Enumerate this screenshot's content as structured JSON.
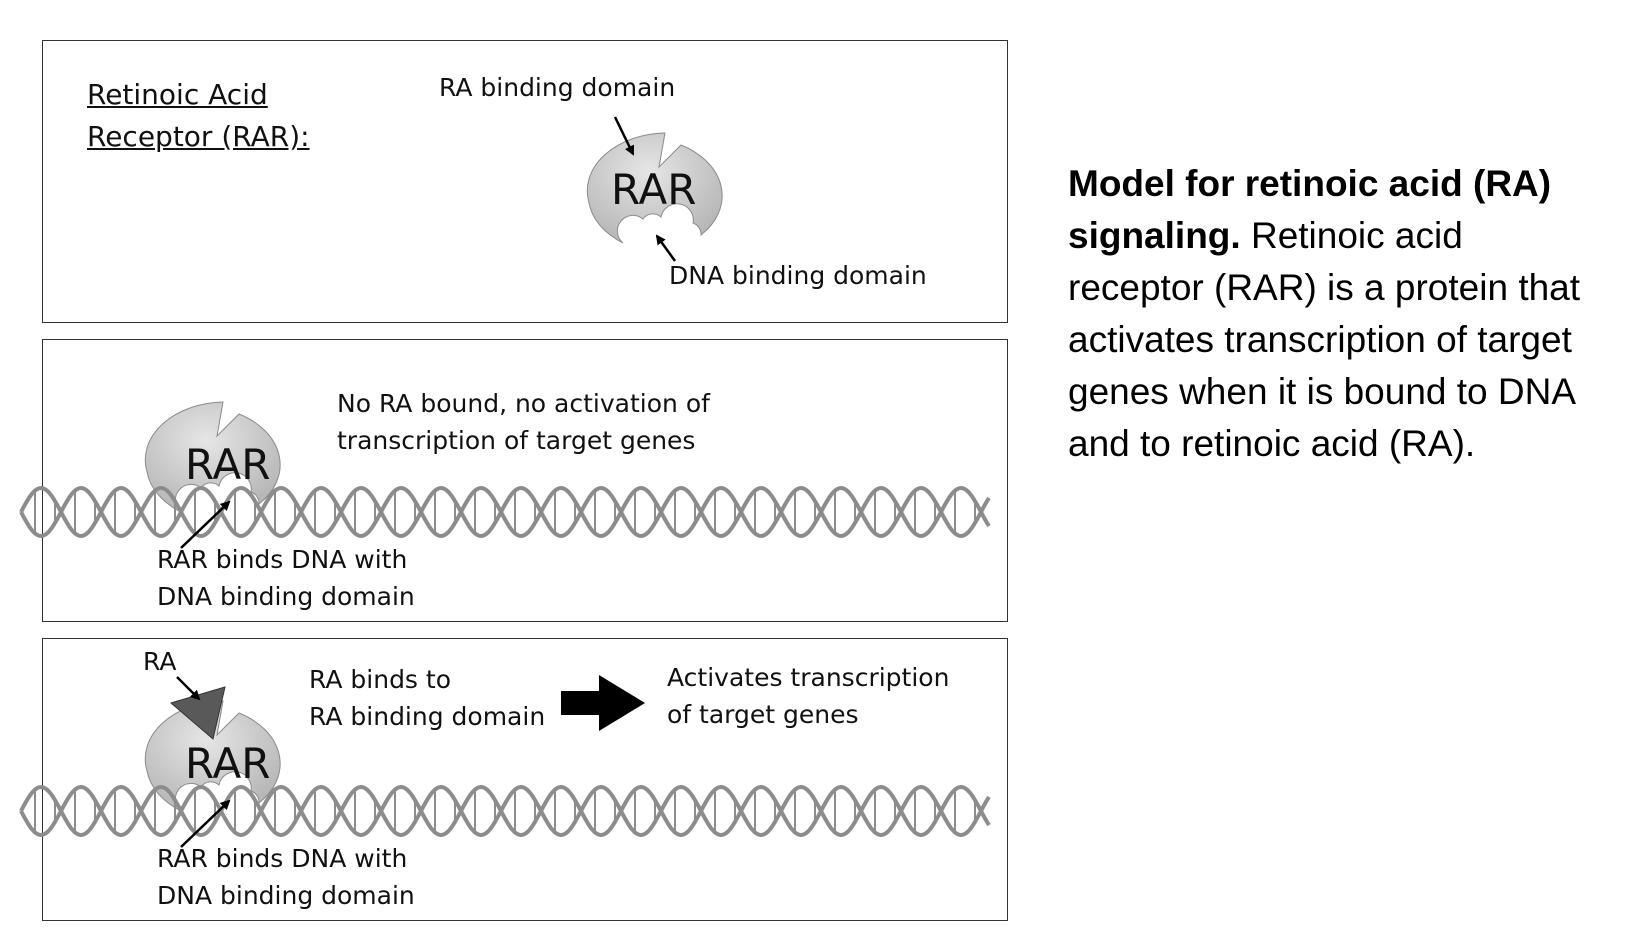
{
  "panel1": {
    "title_line1": "Retinoic Acid",
    "title_line2": "Receptor (RAR):",
    "rar_label": "RAR",
    "ra_binding_label": "RA binding domain",
    "dna_binding_label": "DNA binding domain"
  },
  "panel2": {
    "rar_label": "RAR",
    "note_line1": "No RA bound, no activation of",
    "note_line2": "transcription of target genes",
    "binds_line1": "RAR binds DNA with",
    "binds_line2": "DNA binding domain"
  },
  "panel3": {
    "ra_label": "RA",
    "rar_label": "RAR",
    "binds_ra_line1": "RA binds to",
    "binds_ra_line2": "RA binding domain",
    "activates_line1": "Activates transcription",
    "activates_line2": "of target genes",
    "binds_line1": "RAR binds DNA with",
    "binds_line2": "DNA binding domain"
  },
  "caption": {
    "bold": "Model for retinoic acid (RA) signaling.",
    "text": " Retinoic acid receptor (RAR) is a protein that activates transcription of target genes when it is bound to DNA and to retinoic acid (RA)."
  },
  "colors": {
    "protein_light": "#e6e6e6",
    "protein_dark": "#b4b4b4",
    "dna": "#8c8c8c",
    "ligand": "#595959",
    "border": "#333333"
  }
}
